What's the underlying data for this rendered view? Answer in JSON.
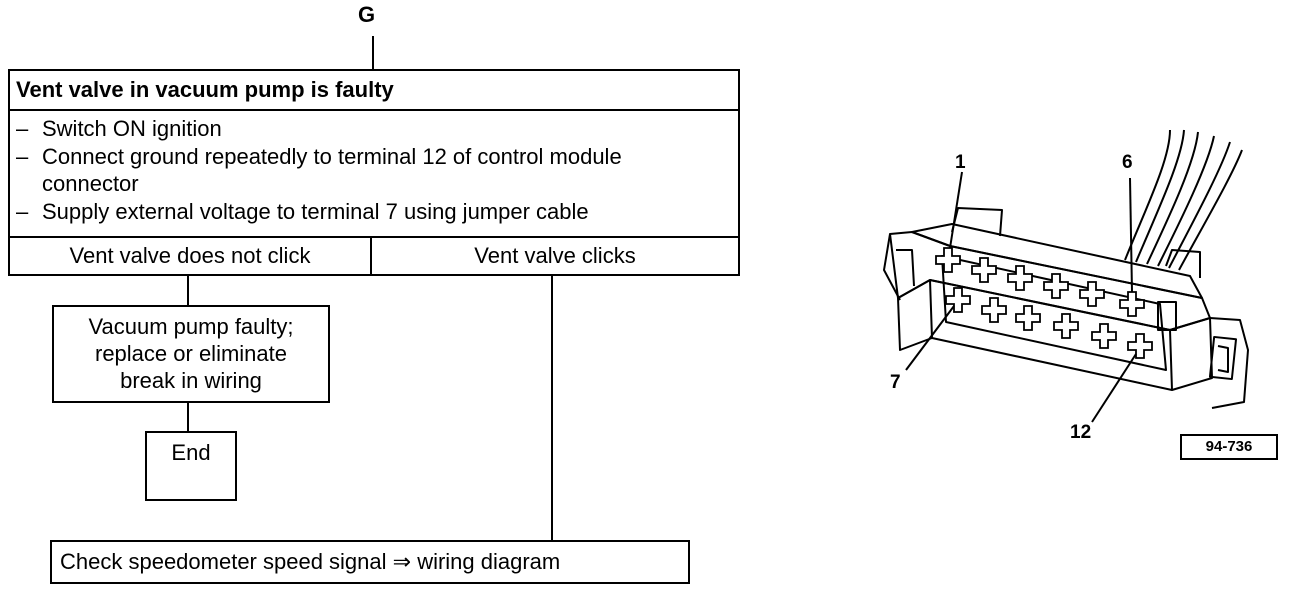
{
  "flowchart": {
    "entry_label": "G",
    "fault_title": "Vent valve in vacuum pump is faulty",
    "steps": [
      "Switch ON ignition",
      "Connect ground repeatedly to terminal 12 of control module connector",
      "Supply external voltage to terminal 7 using jumper cable"
    ],
    "step_dash": "–",
    "outcome_no": "Vent valve does not click",
    "outcome_yes": "Vent valve clicks",
    "action_no_lines": [
      "Vacuum pump faulty;",
      "replace or eliminate",
      "break in wiring"
    ],
    "end_label": "End",
    "action_yes": "Check speedometer speed signal ⇒ wiring diagram"
  },
  "connector_figure": {
    "pin_labels": {
      "pin1": "1",
      "pin6": "6",
      "pin7": "7",
      "pin12": "12"
    },
    "figure_id": "94-736"
  }
}
